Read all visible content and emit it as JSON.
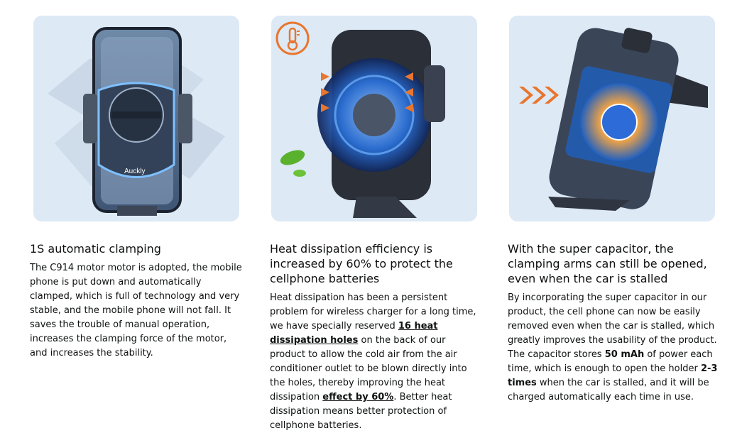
{
  "features": [
    {
      "title": "1S automatic clamping",
      "brand_text": "Auckly",
      "body_parts": [
        "The C914 motor motor is adopted, the mobile phone is put down and automatically clamped, which is full of technology and very stable, and the mobile phone will not fall. It saves the trouble of manual operation, increases the clamping force of the motor, and increases the stability."
      ]
    },
    {
      "title": "Heat dissipation efficiency is increased by 60% to protect the cellphone batteries",
      "icon": "thermometer-icon",
      "body_parts": [
        "Heat dissipation has been a persistent problem for wireless charger for a long time, we have specially reserved ",
        "16 heat dissipation holes",
        " on the back of our product to allow the cold air from the air conditioner outlet to be blown directly into the holes, thereby improving the heat dissipation ",
        "effect by 60%",
        ". Better heat dissipation means better protection of cellphone batteries."
      ]
    },
    {
      "title": "With the super capacitor, the clamping arms can still be opened, even when the car is stalled",
      "icon": "double-chevron-icon",
      "body_parts": [
        "By incorporating the super capacitor in our product, the cell phone can now be easily removed even when the car is stalled, which greatly improves the usability of the product. The capacitor stores ",
        "50 mAh",
        " of power each time, which is enough to open the holder ",
        "2-3 times",
        " when the car is stalled, and it will be charged automatically each time in use."
      ]
    }
  ],
  "colors": {
    "card_bg": "#dde9f5",
    "accent_orange": "#e8762d",
    "glow_blue": "#4aa3ff",
    "device_dark": "#2a2f38"
  }
}
